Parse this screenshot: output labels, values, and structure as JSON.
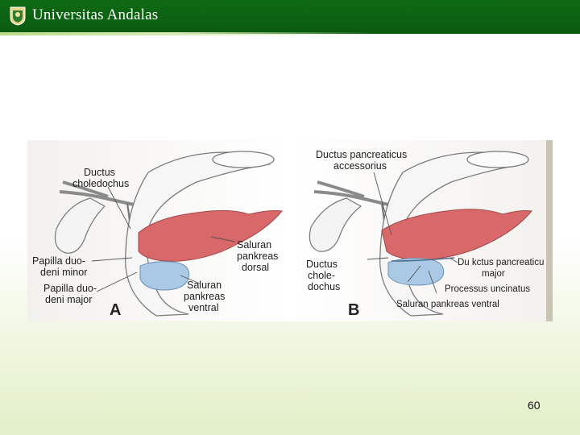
{
  "header": {
    "title": "Universitas Andalas",
    "logo_icon": "university-crest-icon",
    "bg_color": "#0a5a10"
  },
  "figure": {
    "panel_a": {
      "letter": "A",
      "labels": {
        "ductus_choledochus": [
          "Ductus",
          "choledochus"
        ],
        "saluran_dorsal": [
          "Saluran",
          "pankreas",
          "dorsal"
        ],
        "papilla_minor": [
          "Papilla duo-",
          "deni minor"
        ],
        "papilla_major": [
          "Papilla duo-",
          "deni major"
        ],
        "saluran_ventral": [
          "Saluran",
          "pankreas",
          "ventral"
        ]
      }
    },
    "panel_b": {
      "letter": "B",
      "labels": {
        "ductus_accessorius": [
          "Ductus pancreaticus",
          "accessorius"
        ],
        "ductus_choledochus": [
          "Ductus",
          "chole-",
          "dochus"
        ],
        "ductus_major": [
          "Du kctus pancreaticu",
          "major"
        ],
        "processus": "Processus uncinatus",
        "saluran_ventral": "Saluran pankreas ventral"
      }
    },
    "colors": {
      "pancreas_dorsal": "#d9686a",
      "pancreas_ventral": "#a9c9e4",
      "outline": "#7a7a7a"
    }
  },
  "footer": {
    "page_number": "60"
  }
}
